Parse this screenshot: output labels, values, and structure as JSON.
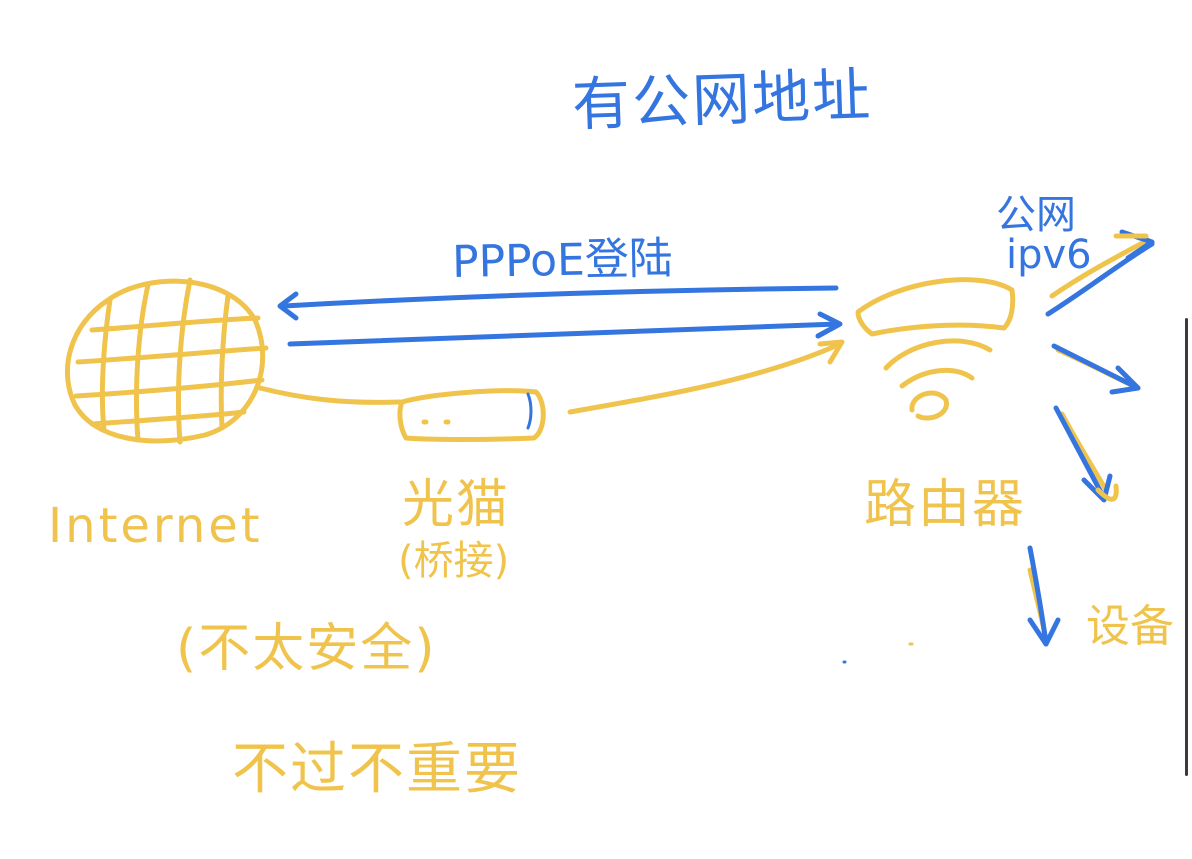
{
  "colors": {
    "blue": "#3475e0",
    "yellow": "#f0c44c"
  },
  "labels": {
    "title": "有公网地址",
    "pppoe": "PPPoE登陆",
    "public_net": "公网",
    "ipv6": "ipv6",
    "internet": "Internet",
    "modem": "光猫",
    "bridge": "(桥接)",
    "router": "路由器",
    "device": "设备",
    "unreliable": "(不太安全)",
    "unimportant": "不过不重要"
  },
  "icons": {
    "internet": "globe-icon",
    "modem": "modem-icon",
    "router": "wifi-router-icon"
  }
}
